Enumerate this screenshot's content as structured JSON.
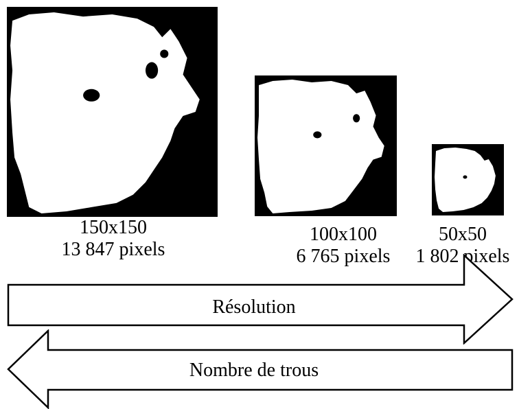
{
  "panels": [
    {
      "resolution": "150x150",
      "pixels": "13 847 pixels"
    },
    {
      "resolution": "100x100",
      "pixels": "6 765 pixels"
    },
    {
      "resolution": "50x50",
      "pixels": "1 802 pixels"
    }
  ],
  "arrows": {
    "right_label": "Résolution",
    "left_label": "Nombre de trous"
  },
  "colors": {
    "foreground": "#ffffff",
    "background": "#000000",
    "stroke": "#000000"
  }
}
